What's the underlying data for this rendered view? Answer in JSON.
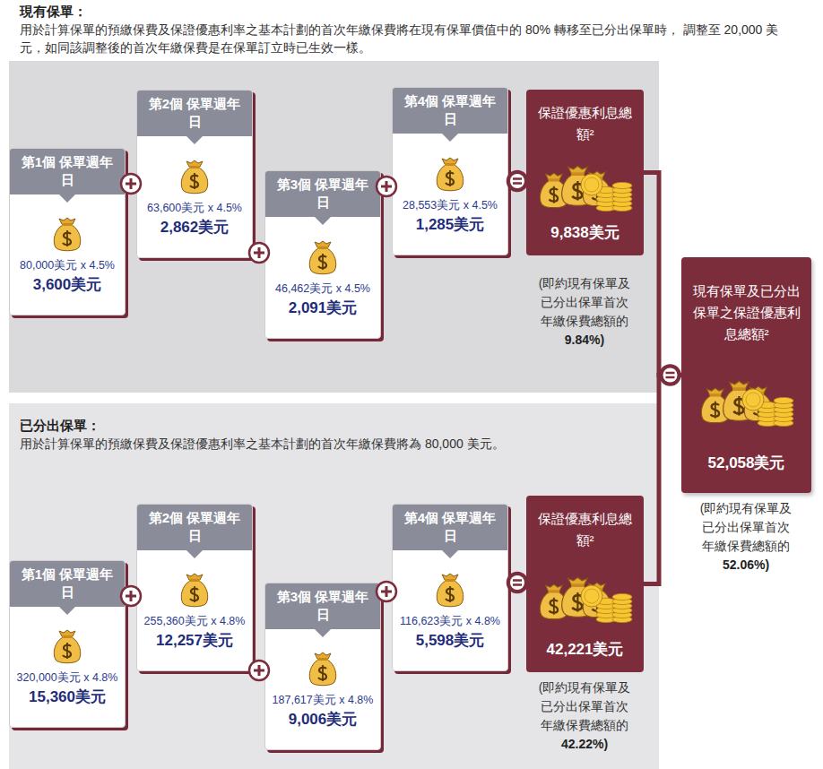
{
  "diagram": {
    "nodes": [
      {
        "text": [
          "現有保單：",
          "用於計算保單的預繳保費及保證優惠利率之基本計劃的首次年繳保費將在現有保單價值中的 80% 轉移至已分出保單時， 調整至 20,000 美元，如同該調整後的首次年繳保費是在保單訂立時已生效一樣。"
        ]
      },
      {
        "text": [
          "第1個 保單週年日",
          "80,000美元 x 4.5%",
          "3,600美元"
        ],
        "in": 0
      },
      {
        "text": [
          "第2個 保單週年日",
          "63,600美元 x 4.5%",
          "2,862美元"
        ],
        "in": 0
      },
      {
        "text": [
          "第3個 保單週年日",
          "46,462美元 x 4.5%",
          "2,091美元"
        ],
        "in": 0
      },
      {
        "text": [
          "第4個 保單週年日",
          "28,553美元 x 4.5%",
          "1,285美元"
        ],
        "in": 0
      },
      {
        "text": [
          "保證優惠利息總額²",
          "9,838美元"
        ],
        "in": 0
      },
      {
        "text": [
          "現有保單及已分出保單之保證優惠利息總額²",
          "52,058美元"
        ]
      },
      {
        "text": [
          "已分出保單：",
          "用於計算保單的預繳保費及保證優惠利率之基本計劃的首次年繳保費將為 80,000 美元。"
        ]
      },
      {
        "text": [
          "第1個 保單週年日",
          "320,000美元 x 4.8%",
          "15,360美元"
        ],
        "in": 7
      },
      {
        "text": [
          "第2個 保單週年日",
          "255,360美元 x 4.8%",
          "12,257美元"
        ],
        "in": 7
      },
      {
        "text": [
          "第3個 保單週年日",
          "187,617美元 x 4.8%",
          "9,006美元"
        ],
        "in": 7
      },
      {
        "text": [
          "第4個 保單週年日",
          "116,623美元 x 4.8%",
          "5,598美元"
        ],
        "in": 7
      },
      {
        "text": [
          "保證優惠利息總額²",
          "42,221美元"
        ],
        "in": 7
      }
    ],
    "edges": [
      {
        "from": 5,
        "to": 6,
        "arrow": "none"
      },
      {
        "from": 12,
        "to": 6,
        "arrow": "none"
      }
    ],
    "labels": [
      "(即約現有保單及已分出保單首次年繳保費總額的",
      "9.84%)",
      "(即約現有保單及已分出保單首次年繳保費總額的",
      "52.06%)",
      "(即約現有保單及已分出保單首次年繳保費總額的",
      "42.22%)"
    ]
  }
}
